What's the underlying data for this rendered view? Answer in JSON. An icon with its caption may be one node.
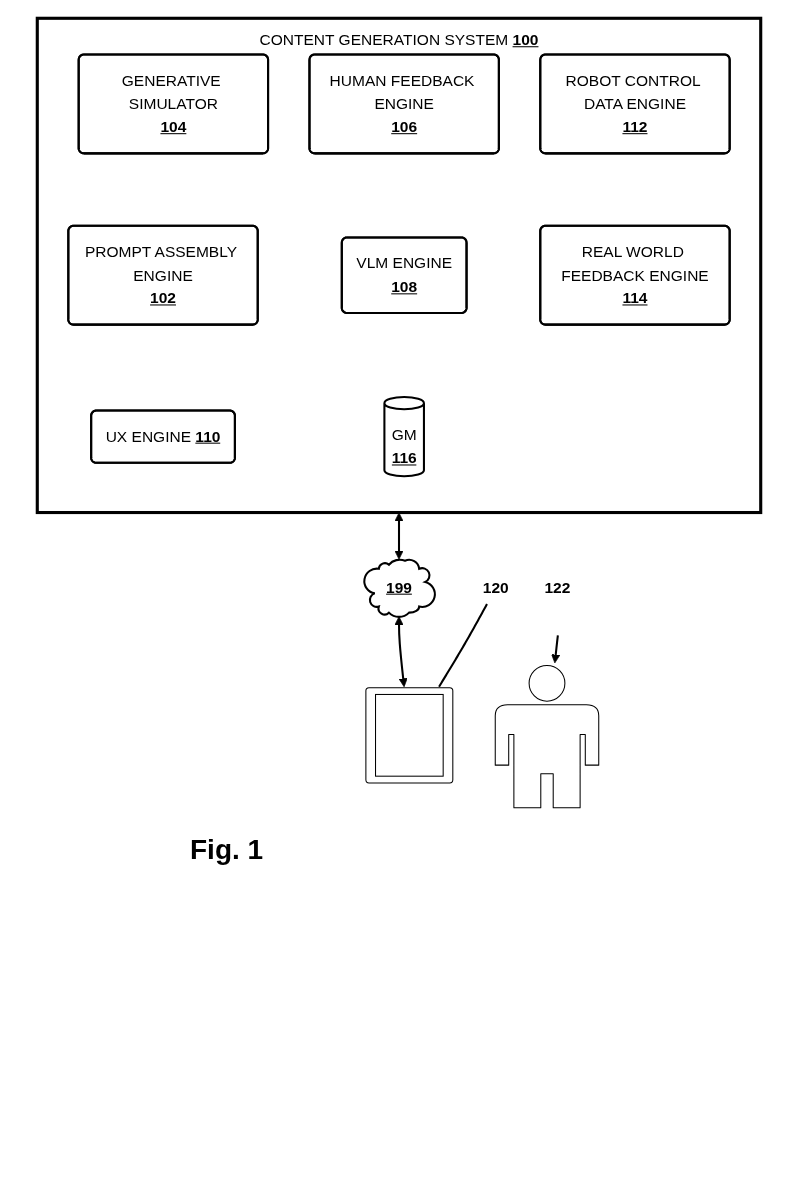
{
  "diagram": {
    "caption": "Fig. 1",
    "nodes": [
      {
        "text": [
          "CONTENT GENERATION SYSTEM",
          "100"
        ]
      },
      {
        "text": [
          "GENERATIVE SIMULATOR",
          "104"
        ],
        "in": 0
      },
      {
        "text": [
          "HUMAN FEEDBACK ENGINE",
          "106"
        ],
        "in": 0
      },
      {
        "text": [
          "ROBOT CONTROL DATA ENGINE",
          "112"
        ],
        "in": 0
      },
      {
        "text": [
          "PROMPT ASSEMBLY ENGINE",
          "102"
        ],
        "in": 0
      },
      {
        "text": [
          "VLM ENGINE",
          "108"
        ],
        "in": 0
      },
      {
        "text": [
          "REAL WORLD FEEDBACK ENGINE",
          "114"
        ],
        "in": 0
      },
      {
        "text": [
          "UX ENGINE",
          "110"
        ],
        "in": 0
      },
      {
        "text": [
          "GM",
          "116"
        ],
        "in": 0
      },
      {
        "text": [
          "199"
        ]
      },
      {
        "text": [
          "120"
        ]
      },
      {
        "text": [],
        "shape": "picture"
      },
      {
        "text": [
          "122"
        ]
      },
      {
        "text": [],
        "shape": "person"
      }
    ],
    "edges": [
      {
        "from": 0,
        "to": 9,
        "arrow": "both"
      },
      {
        "from": 9,
        "to": 11,
        "arrow": "both"
      },
      {
        "from": 10,
        "to": 11,
        "arrow": "none"
      },
      {
        "from": 12,
        "to": 13,
        "arrow": "to"
      }
    ]
  }
}
